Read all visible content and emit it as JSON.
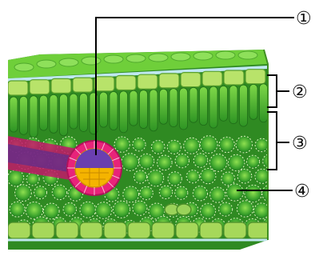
{
  "labels": [
    {
      "id": "1",
      "text": "①"
    },
    {
      "id": "2",
      "text": "②"
    },
    {
      "id": "3",
      "text": "③"
    },
    {
      "id": "4",
      "text": "④"
    }
  ],
  "colors": {
    "upper_surface": "#6fcf3a",
    "epidermis": "#b8e36a",
    "palisade": "#3fa82c",
    "spongy": "#4bb835",
    "air_space": "#2f8a22",
    "lower_epidermis": "#a6d85a",
    "vein_outer": "#e8237a",
    "vein_inner": "#6a3fb0",
    "vein_yellow": "#f5b400",
    "cuticle": "#bfe8f0",
    "leader_line": "#000000"
  }
}
